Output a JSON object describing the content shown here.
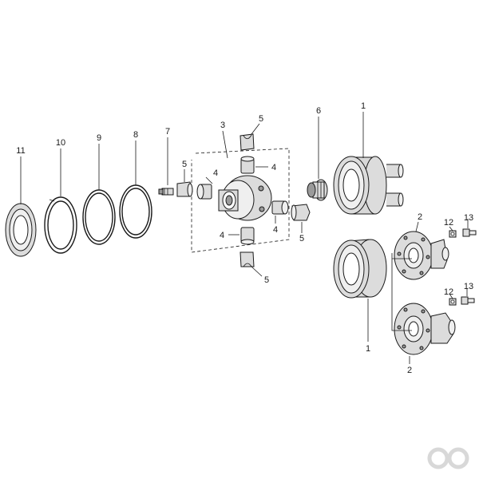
{
  "diagram": {
    "callouts": {
      "c11": "11",
      "c10": "10",
      "c9": "9",
      "c8": "8",
      "c7": "7",
      "c3": "3",
      "c5_top": "5",
      "c5_left": "5",
      "c4_top": "4",
      "c4_left": "4",
      "c4_bottom": "4",
      "c4_right": "4",
      "c5_right": "5",
      "c5_bottom": "5",
      "c6": "6",
      "c1_top": "1",
      "c1_bottom": "1",
      "c2_top": "2",
      "c2_bottom": "2",
      "c12_top": "12",
      "c13_top": "13",
      "c12_bottom": "12",
      "c13_bottom": "13"
    },
    "colors": {
      "line": "#1a1a1a",
      "fill": "#dcdcdc",
      "logo": "#d8d8d8"
    }
  }
}
